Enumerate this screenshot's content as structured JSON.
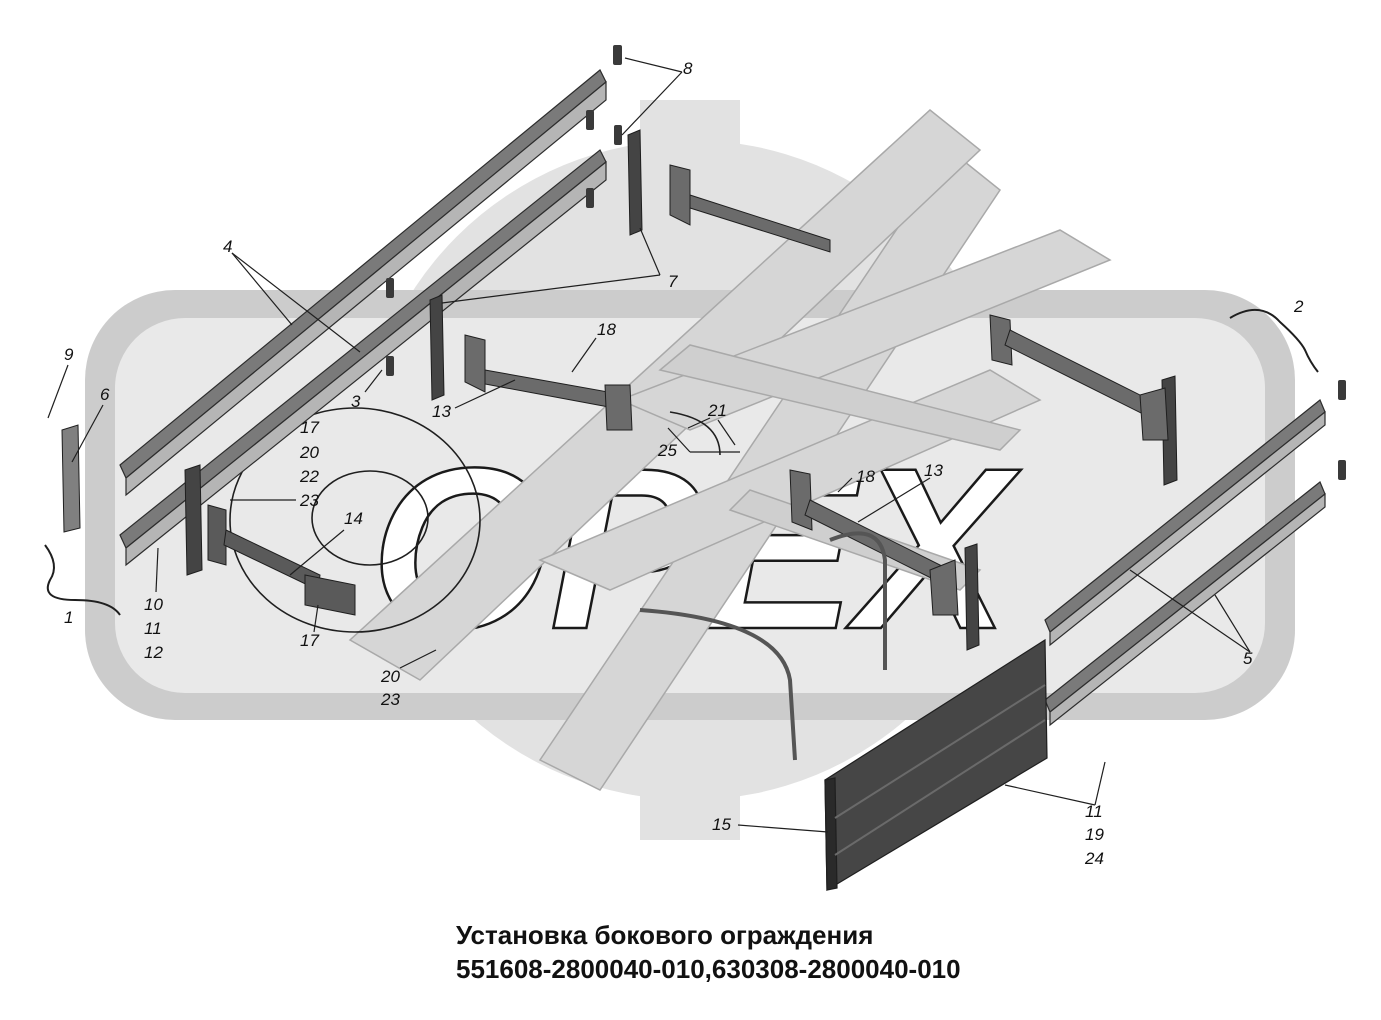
{
  "title": {
    "line1": "Установка бокового ограждения",
    "line2": "551608-2800040-010,630308-2800040-010"
  },
  "watermark": {
    "text": "OPEX"
  },
  "callouts": [
    "8",
    "4",
    "7",
    "9",
    "6",
    "18",
    "2",
    "3",
    "13",
    "21",
    "17",
    "20",
    "22",
    "23",
    "25",
    "18",
    "13",
    "14",
    "1",
    "10",
    "11",
    "12",
    "17",
    "20",
    "23",
    "5",
    "15",
    "11",
    "19",
    "24"
  ],
  "colors": {
    "part_dark": "#3a3a3a",
    "part_mid": "#6e6e6e",
    "frame_light": "#d2d2d2",
    "watermark": "#cfcfcf"
  }
}
